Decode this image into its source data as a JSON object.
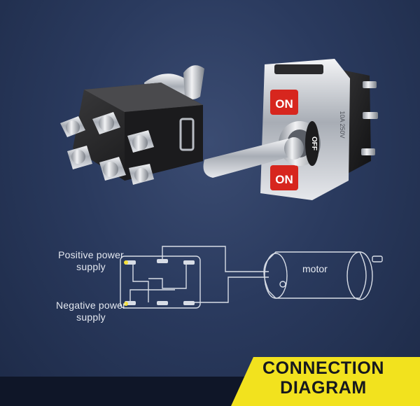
{
  "switch_front": {
    "marking_on_top": "ON",
    "marking_off": "OFF",
    "marking_on_bottom": "ON",
    "side_text": "10A 250V"
  },
  "diagram": {
    "positive_label_line1": "Positive power",
    "positive_label_line2": "supply",
    "negative_label_line1": "Negative power",
    "negative_label_line2": "supply",
    "motor_label": "motor"
  },
  "banner": {
    "line1": "CONNECTION",
    "line2": "DIAGRAM"
  },
  "colors": {
    "background": "#2a3a5e",
    "banner_yellow": "#f2e21e",
    "switch_red": "#d7261e",
    "wire": "#d8dde6",
    "terminal_dot": "#f5e03a"
  }
}
